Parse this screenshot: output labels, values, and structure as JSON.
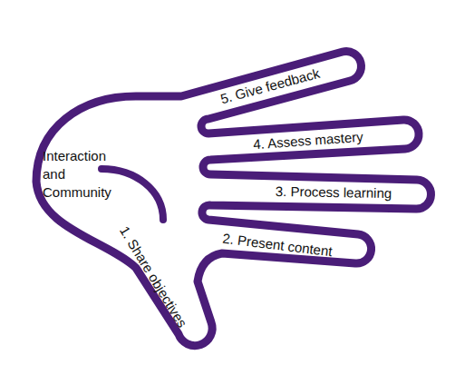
{
  "diagram": {
    "labels": [
      "Interaction and Community",
      "1. Share objectives",
      "2. Present content",
      "3. Process learning",
      "4. Assess mastery",
      "5. Give feedback"
    ]
  }
}
